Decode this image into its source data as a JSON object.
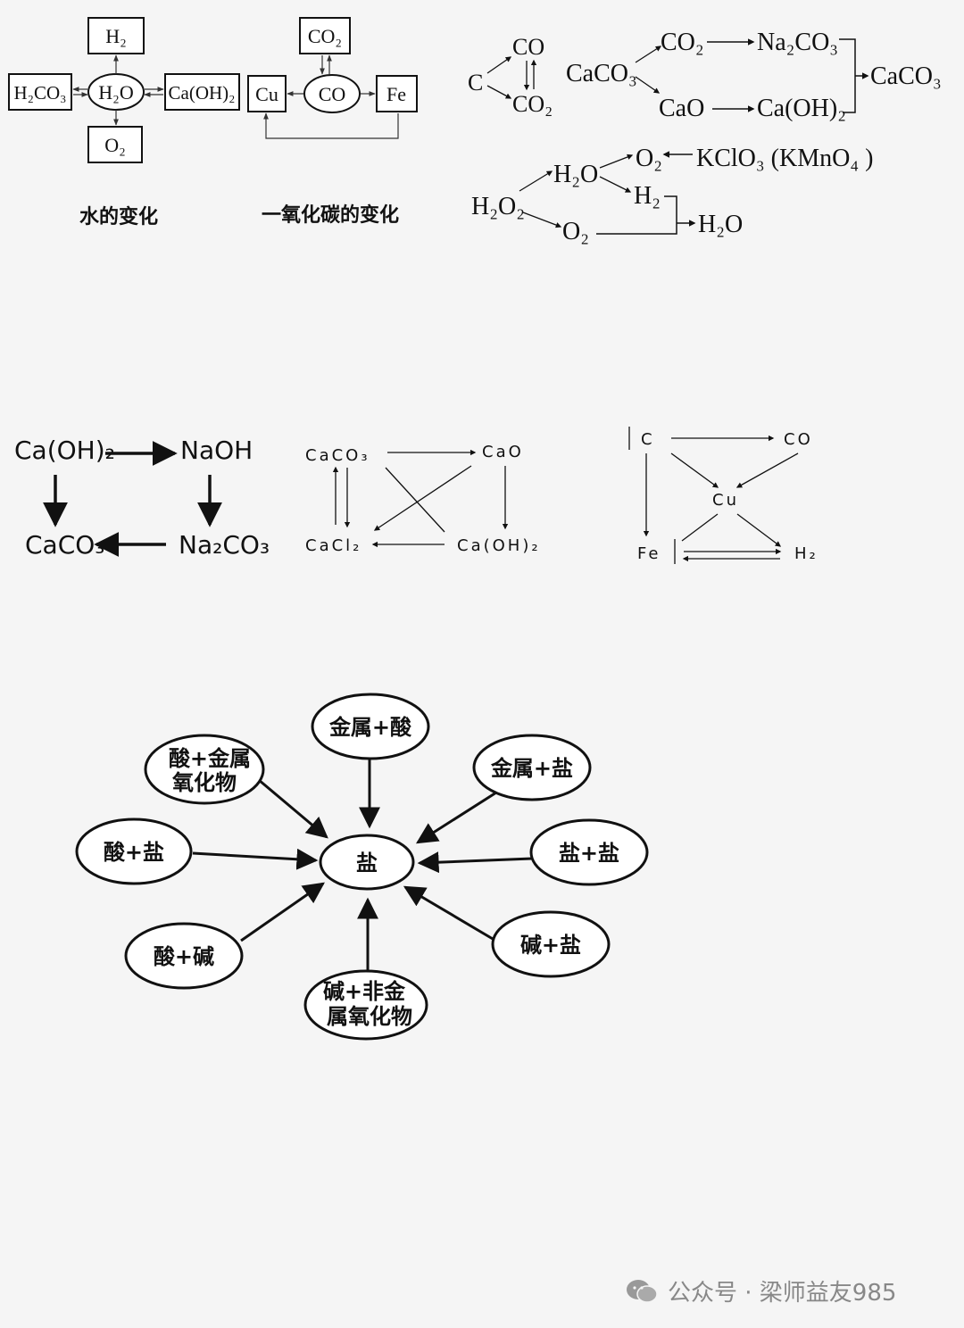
{
  "water": {
    "center": "H₂O",
    "top": "H₂",
    "bottom": "O₂",
    "left": "H₂CO₃",
    "right": "Ca(OH)₂",
    "caption": "水的变化"
  },
  "co": {
    "center": "CO",
    "top": "CO₂",
    "left": "Cu",
    "right": "Fe",
    "caption": "一氧化碳的变化"
  },
  "carbon": {
    "c": "C",
    "co": "CO",
    "co2": "CO₂"
  },
  "caco3_cycle": {
    "caco3": "CaCO₃",
    "co2": "CO₂",
    "na2co3": "Na₂CO₃",
    "cao": "CaO",
    "caoh2": "Ca(OH)₂",
    "product": "CaCO₃"
  },
  "oxygen": {
    "h2o2": "H₂O₂",
    "h2o": "H₂O",
    "o2_top": "O₂",
    "kclo3": "KClO₃ (KMnO₄ )",
    "h2": "H₂",
    "o2_bottom": "O₂",
    "h2o_product": "H₂O"
  },
  "base_cycle": {
    "caoh2": "Ca(OH)₂",
    "naoh": "NaOH",
    "caco3": "CaCO₃",
    "na2co3": "Na₂CO₃"
  },
  "calcium_cycle": {
    "caco3": "CaCO₃",
    "cao": "CaO",
    "cacl2": "CaCl₂",
    "caoh2": "Ca(OH)₂"
  },
  "copper_cycle": {
    "c": "C",
    "co": "CO",
    "cu": "Cu",
    "fe": "Fe",
    "h2": "H₂"
  },
  "salt_web": {
    "center": "盐",
    "nodes": [
      {
        "line1": "金属+酸",
        "line2": ""
      },
      {
        "line1": "金属+盐",
        "line2": ""
      },
      {
        "line1": "盐+盐",
        "line2": ""
      },
      {
        "line1": "碱+盐",
        "line2": ""
      },
      {
        "line1": "碱+非金",
        "line2": "属氧化物"
      },
      {
        "line1": "酸+碱",
        "line2": ""
      },
      {
        "line1": "酸+盐",
        "line2": ""
      },
      {
        "line1": "酸+金属",
        "line2": "氧化物"
      }
    ]
  },
  "watermark": {
    "text": "公众号 · 梁师益友985"
  }
}
